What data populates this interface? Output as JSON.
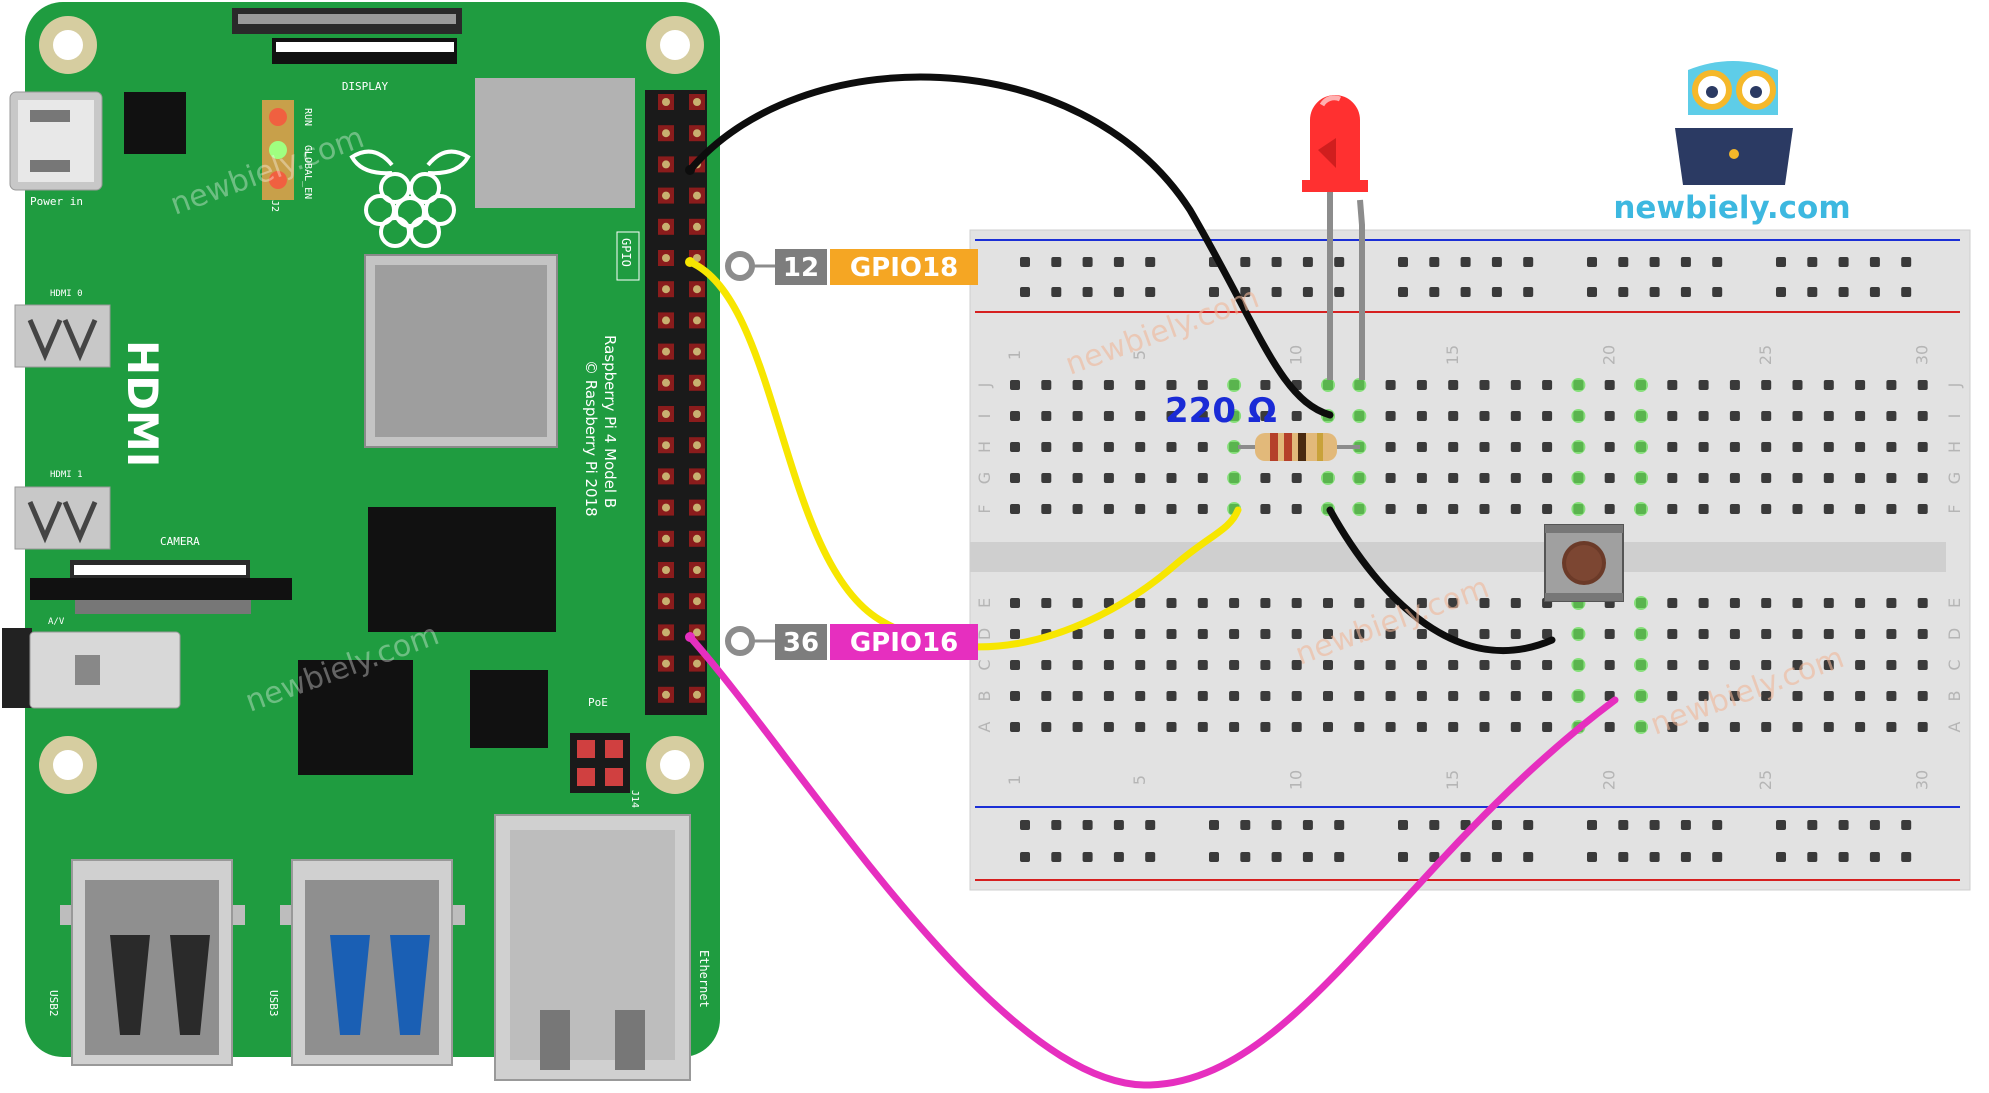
{
  "rpi": {
    "board_color": "#1f9c40",
    "labels": {
      "display": "DISPLAY",
      "power_in": "Power in",
      "run": "RUN",
      "global_en": "GLOBAL_EN",
      "j2": "J2",
      "gpio": "GPIO",
      "hdmi0": "HDMI 0",
      "hdmi1": "HDMI 1",
      "hdmi": "HDMI",
      "camera": "CAMERA",
      "av": "A/V",
      "poe": "PoE",
      "j14": "J14",
      "usb2": "USB2",
      "usb3": "USB3",
      "ethernet": "Ethernet",
      "model_line1": "Raspberry Pi 4 Model B",
      "model_line2": "© Raspberry Pi 2018"
    }
  },
  "pins": [
    {
      "number": "12",
      "name": "GPIO18",
      "color": "#f5a623"
    },
    {
      "number": "36",
      "name": "GPIO16",
      "color": "#e62fbf"
    }
  ],
  "resistor_label": "220 Ω",
  "brand": "newbiely.com",
  "watermark": "newbiely.com",
  "breadboard": {
    "col_numbers": [
      "1",
      "5",
      "10",
      "15",
      "20",
      "25",
      "30"
    ],
    "rows_top": [
      "J",
      "I",
      "H",
      "G",
      "F"
    ],
    "rows_bottom": [
      "E",
      "D",
      "C",
      "B",
      "A"
    ]
  },
  "wire_colors": {
    "black": "#0d0d0d",
    "yellow": "#f7e600",
    "magenta": "#e62fbf"
  },
  "icons": [
    "raspberry-logo-icon",
    "owl-laptop-icon",
    "led-icon",
    "resistor-icon",
    "push-button-icon"
  ]
}
